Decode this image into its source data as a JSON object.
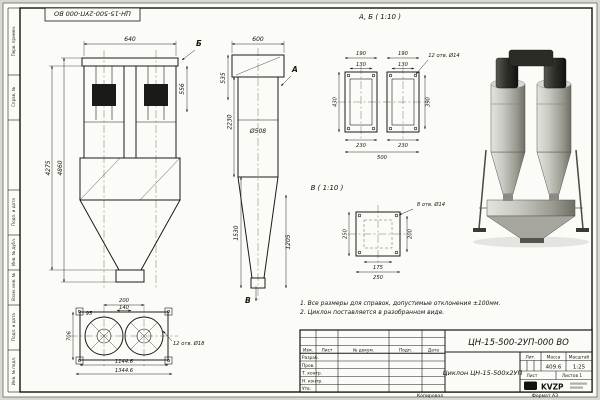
{
  "sheet": {
    "stamp_top": "ЦН-15-500-2УП-000 ВО",
    "side_labels": [
      "Перв. примен.",
      "Справ. №",
      "Подп. и дата",
      "Инв. № дубл.",
      "Взам. инв. №",
      "Подп. и дата",
      "Инв. № подл."
    ],
    "footer": {
      "copied": "Копировал",
      "format": "Формат А3"
    }
  },
  "front_view": {
    "label_b": "Б",
    "dim_640": "640",
    "dim_556": "556",
    "dim_4275": "4275",
    "dim_4860": "4860"
  },
  "side_view": {
    "label_a": "А",
    "label_v": "В",
    "dim_600": "600",
    "dim_535": "535",
    "dim_2230": "2230",
    "dim_diam": "Ø508",
    "dim_1530": "1530",
    "dim_1205": "1205"
  },
  "section_ab": {
    "title": "А, Б ( 1:10 )",
    "holes": "12 отв. Ø14",
    "dim_190_l": "190",
    "dim_190_r": "190",
    "dim_130_l": "130",
    "dim_130_r": "130",
    "dim_430": "430",
    "dim_390": "390",
    "dim_230_l": "230",
    "dim_230_r": "230",
    "dim_500": "500"
  },
  "section_v": {
    "title": "В ( 1:10 )",
    "holes": "8 отв. Ø14",
    "dim_250_l": "250",
    "dim_200_r": "200",
    "dim_175": "175",
    "dim_250_b": "250"
  },
  "plan_view": {
    "holes": "12 отв. Ø18",
    "dim_200": "200",
    "dim_140": "140",
    "dim_95": "95",
    "dim_706": "706",
    "dim_1144": "1144.6",
    "dim_1344": "1344.6"
  },
  "notes": [
    "1. Все размеры для справок, допустимые отклонения ±100мм.",
    "2. Циклон поставляется в разобранном виде."
  ],
  "title_block": {
    "designation": "ЦН-15-500-2УП-000 ВО",
    "product_name": "Циклон ЦН-15-500х2УП",
    "col_izm": "Изм.",
    "col_list": "Лист",
    "col_doc": "№ докум.",
    "col_podp": "Подп.",
    "col_data": "Дата",
    "row_razrab": "Разраб.",
    "row_prov": "Пров.",
    "row_tkontr": "Т. контр.",
    "row_nkontr": "Н. контр.",
    "row_utv": "Утв.",
    "lit_label": "Лит.",
    "mass_label": "Масса",
    "scale_label": "Масштаб",
    "mass_value": "409.6",
    "scale_value": "1:25",
    "sheet_label": "Лист",
    "sheets_label": "Листов 1",
    "logo": "KVZP"
  }
}
